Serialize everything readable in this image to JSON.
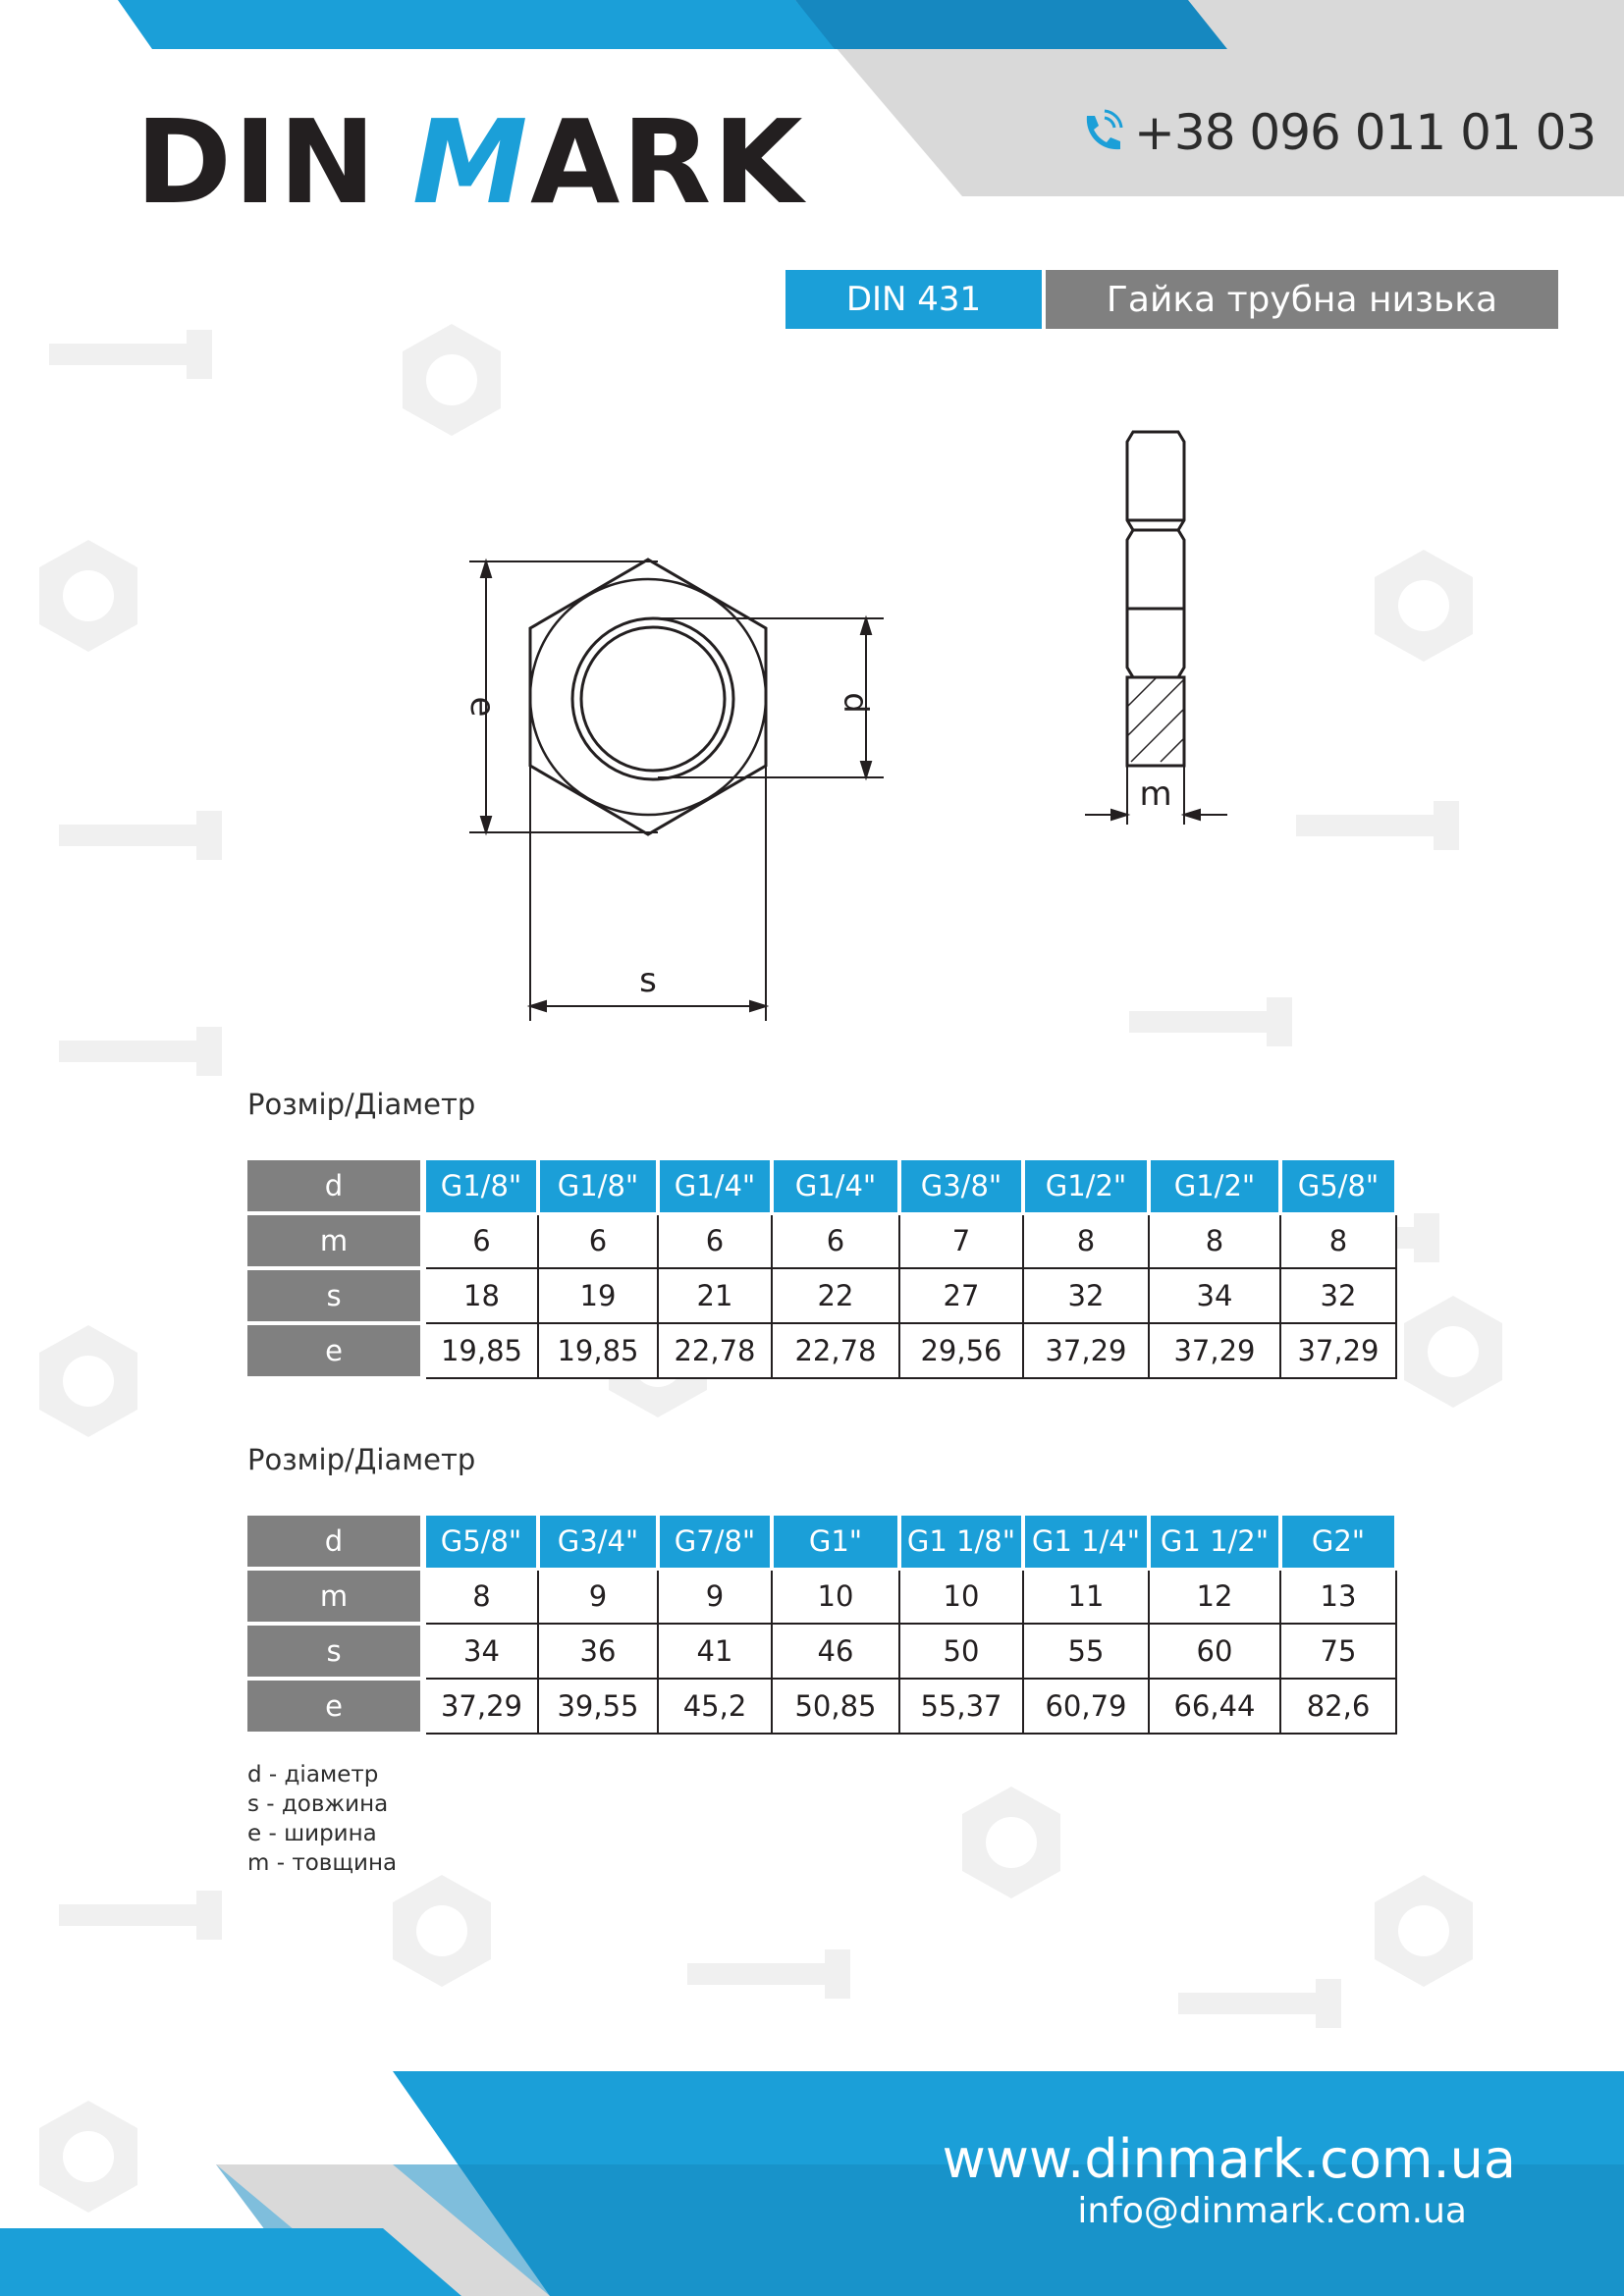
{
  "brand": {
    "logo_text_pre": "DIN",
    "logo_text_mark": "M",
    "logo_text_post": "ARK",
    "color_blue": "#1b9fd8",
    "color_gray": "#808080",
    "color_dark": "#231f20"
  },
  "header": {
    "phone_icon": "phone-icon",
    "phone": "+38 096 011 01 03",
    "standard": "DIN 431",
    "product_name": "Гайка трубна низька"
  },
  "drawing": {
    "label_e": "e",
    "label_d": "d",
    "label_s": "s",
    "label_m": "m"
  },
  "table1": {
    "caption": "Розмір/Діаметр",
    "rows": [
      {
        "label": "d",
        "values": [
          "G1/8\"",
          "G1/8\"",
          "G1/4\"",
          "G1/4\"",
          "G3/8\"",
          "G1/2\"",
          "G1/2\"",
          "G5/8\""
        ]
      },
      {
        "label": "m",
        "values": [
          "6",
          "6",
          "6",
          "6",
          "7",
          "8",
          "8",
          "8"
        ]
      },
      {
        "label": "s",
        "values": [
          "18",
          "19",
          "21",
          "22",
          "27",
          "32",
          "34",
          "32"
        ]
      },
      {
        "label": "e",
        "values": [
          "19,85",
          "19,85",
          "22,78",
          "22,78",
          "29,56",
          "37,29",
          "37,29",
          "37,29"
        ]
      }
    ]
  },
  "table2": {
    "caption": "Розмір/Діаметр",
    "rows": [
      {
        "label": "d",
        "values": [
          "G5/8\"",
          "G3/4\"",
          "G7/8\"",
          "G1\"",
          "G1 1/8\"",
          "G1 1/4\"",
          "G1 1/2\"",
          "G2\""
        ]
      },
      {
        "label": "m",
        "values": [
          "8",
          "9",
          "9",
          "10",
          "10",
          "11",
          "12",
          "13"
        ]
      },
      {
        "label": "s",
        "values": [
          "34",
          "36",
          "41",
          "46",
          "50",
          "55",
          "60",
          "75"
        ]
      },
      {
        "label": "e",
        "values": [
          "37,29",
          "39,55",
          "45,2",
          "50,85",
          "55,37",
          "60,79",
          "66,44",
          "82,6"
        ]
      }
    ]
  },
  "legend": [
    "d - діаметр",
    "s - довжина",
    "e - ширина",
    "m - товщина"
  ],
  "footer": {
    "website": "www.dinmark.com.ua",
    "email": "info@dinmark.com.ua"
  }
}
